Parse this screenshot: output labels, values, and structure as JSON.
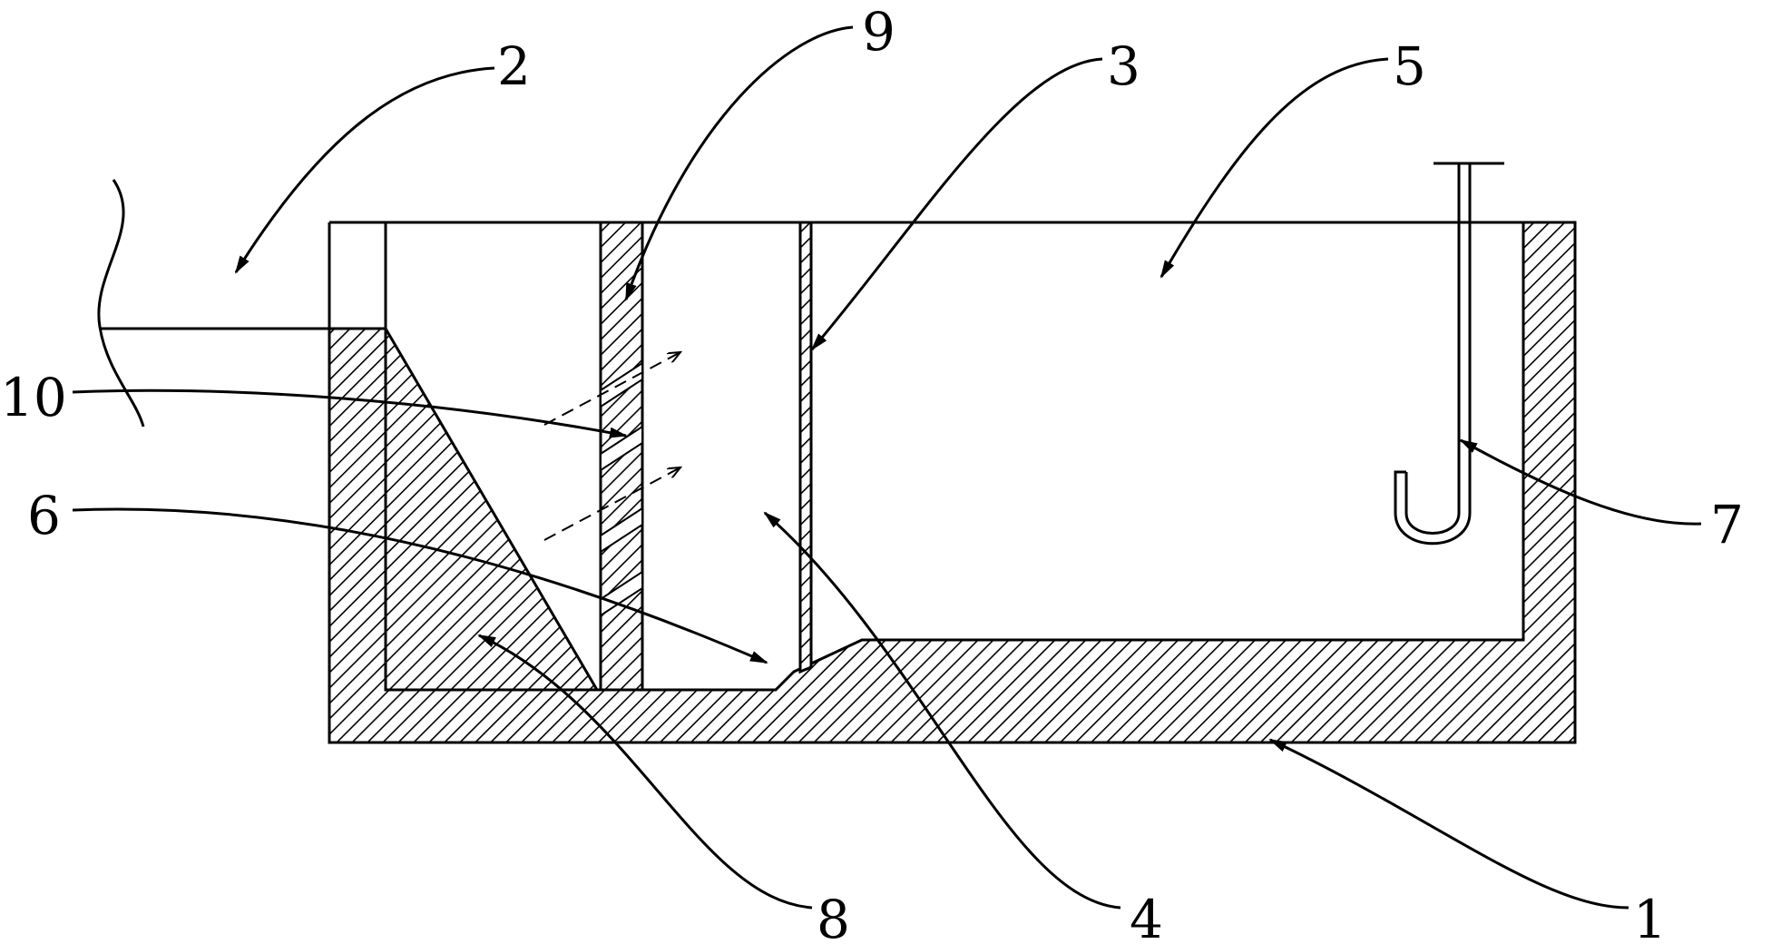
{
  "labels": {
    "l1": "1",
    "l2": "2",
    "l3": "3",
    "l4": "4",
    "l5": "5",
    "l6": "6",
    "l7": "7",
    "l8": "8",
    "l9": "9",
    "l10": "10"
  },
  "colors": {
    "ink": "#000000",
    "paper": "#ffffff"
  }
}
